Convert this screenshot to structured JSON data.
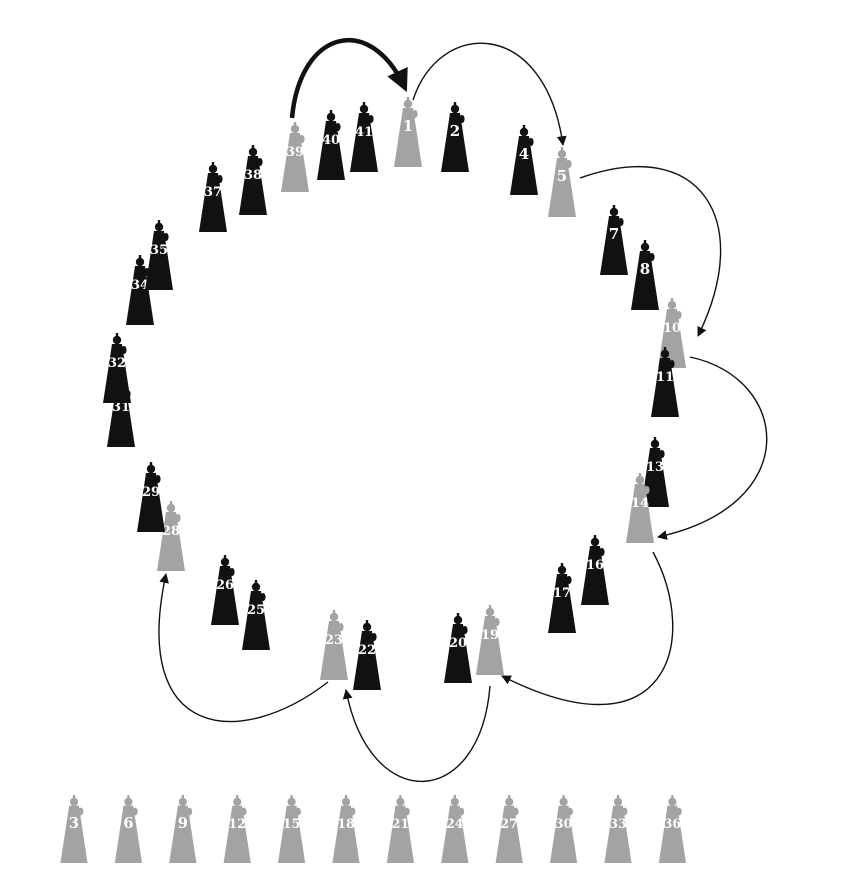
{
  "colors": {
    "background": "#ffffff",
    "standing": "#111111",
    "chosen": "#a3a3a3",
    "label": "#ffffff",
    "arrow": "#111111"
  },
  "circle": [
    {
      "label": "1",
      "state": "chosen"
    },
    {
      "label": "2",
      "state": "standing"
    },
    {
      "label": "4",
      "state": "standing"
    },
    {
      "label": "5",
      "state": "chosen"
    },
    {
      "label": "7",
      "state": "standing"
    },
    {
      "label": "8",
      "state": "standing"
    },
    {
      "label": "10",
      "state": "chosen"
    },
    {
      "label": "11",
      "state": "standing"
    },
    {
      "label": "13",
      "state": "standing"
    },
    {
      "label": "14",
      "state": "chosen"
    },
    {
      "label": "16",
      "state": "standing"
    },
    {
      "label": "17",
      "state": "standing"
    },
    {
      "label": "19",
      "state": "chosen"
    },
    {
      "label": "20",
      "state": "standing"
    },
    {
      "label": "22",
      "state": "standing"
    },
    {
      "label": "23",
      "state": "chosen"
    },
    {
      "label": "25",
      "state": "standing"
    },
    {
      "label": "26",
      "state": "standing"
    },
    {
      "label": "28",
      "state": "chosen"
    },
    {
      "label": "29",
      "state": "standing"
    },
    {
      "label": "31",
      "state": "standing"
    },
    {
      "label": "32",
      "state": "standing"
    },
    {
      "label": "34",
      "state": "standing"
    },
    {
      "label": "35",
      "state": "standing"
    },
    {
      "label": "37",
      "state": "standing"
    },
    {
      "label": "38",
      "state": "standing"
    },
    {
      "label": "39",
      "state": "chosen"
    },
    {
      "label": "40",
      "state": "standing"
    },
    {
      "label": "41",
      "state": "standing"
    }
  ],
  "removed_row": [
    "3",
    "6",
    "9",
    "12",
    "15",
    "18",
    "21",
    "24",
    "27",
    "30",
    "33",
    "36"
  ],
  "arrows": [
    {
      "from": "39",
      "to": "1"
    },
    {
      "from": "1",
      "to": "5"
    },
    {
      "from": "5",
      "to": "10"
    },
    {
      "from": "10",
      "to": "14"
    },
    {
      "from": "14",
      "to": "19"
    },
    {
      "from": "19",
      "to": "23"
    },
    {
      "from": "23",
      "to": "28"
    }
  ]
}
